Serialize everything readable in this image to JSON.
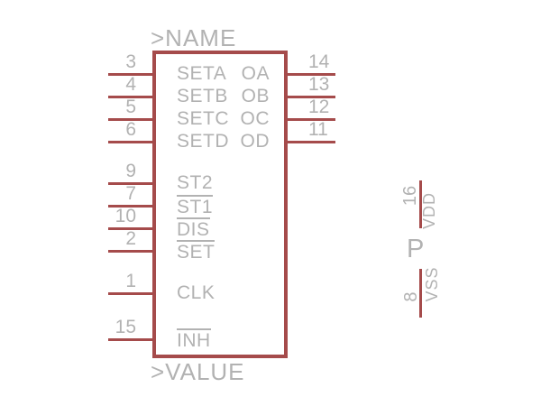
{
  "palette": {
    "symbol_red": "#a54b4b",
    "text_gray": "#b2b2b2",
    "background": "#ffffff"
  },
  "symbol": {
    "name_label": ">NAME",
    "value_label": ">VALUE",
    "left_pins": [
      {
        "number": "3",
        "name": "SETA",
        "overbar": false
      },
      {
        "number": "4",
        "name": "SETB",
        "overbar": false
      },
      {
        "number": "5",
        "name": "SETC",
        "overbar": false
      },
      {
        "number": "6",
        "name": "SETD",
        "overbar": false
      },
      {
        "number": "9",
        "name": "ST2",
        "overbar": false
      },
      {
        "number": "7",
        "name": "ST1",
        "overbar": true
      },
      {
        "number": "10",
        "name": "DIS",
        "overbar": true
      },
      {
        "number": "2",
        "name": "SET",
        "overbar": true
      },
      {
        "number": "1",
        "name": "CLK",
        "overbar": false
      },
      {
        "number": "15",
        "name": "INH",
        "overbar": true
      }
    ],
    "right_pins": [
      {
        "number": "14",
        "name": "OA",
        "overbar": false
      },
      {
        "number": "13",
        "name": "OB",
        "overbar": false
      },
      {
        "number": "12",
        "name": "OC",
        "overbar": false
      },
      {
        "number": "11",
        "name": "OD",
        "overbar": false
      }
    ]
  },
  "power_gate": {
    "label": "P",
    "top_pin": {
      "number": "16",
      "name": "VDD"
    },
    "bottom_pin": {
      "number": "8",
      "name": "VSS"
    }
  }
}
